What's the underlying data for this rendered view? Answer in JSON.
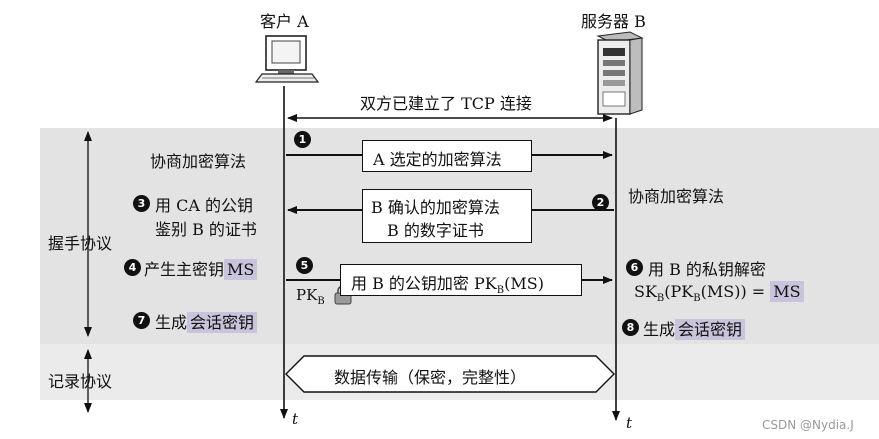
{
  "client_label": "客户 A",
  "server_label": "服务器 B",
  "tcp_established": "双方已建立了 TCP 连接",
  "time_label": "t",
  "handshake_label": "握手协议",
  "record_label": "记录协议",
  "step1": {
    "num": "1",
    "left_text": "协商加密算法",
    "box_text": "A 选定的加密算法"
  },
  "step2": {
    "num": "2",
    "right_text": "协商加密算法"
  },
  "step3": {
    "num": "3",
    "left_line1": "用 CA 的公钥",
    "left_line2": "鉴别 B 的证书",
    "box_line1": "B 确认的加密算法",
    "box_line2": "B 的数字证书"
  },
  "step4": {
    "num": "4",
    "text": "产生主密钥",
    "ms": "MS"
  },
  "step5": {
    "num": "5",
    "box_text": "用 B 的公钥加密 PK",
    "box_sub": "B",
    "box_tail": "(MS)",
    "key_label": "PK",
    "key_sub": "B"
  },
  "step6": {
    "num": "6",
    "line1": "用 B 的私钥解密",
    "sk": "SK",
    "sk_sub": "B",
    "pk": "(PK",
    "pk_sub": "B",
    "eq": "(MS)) =",
    "ms": "MS"
  },
  "step7": {
    "num": "7",
    "pre": "生成",
    "key": "会话密钥"
  },
  "step8": {
    "num": "8",
    "pre": "生成",
    "key": "会话密钥"
  },
  "data_transfer": "数据传输（保密，完整性）",
  "watermark": "CSDN @Nydia.J",
  "colors": {
    "highlight": "#c9c4dc",
    "band": "#e3e3e3",
    "ink": "#111111"
  },
  "icons": [
    "client-computer-icon",
    "server-tower-icon",
    "lock-icon"
  ]
}
